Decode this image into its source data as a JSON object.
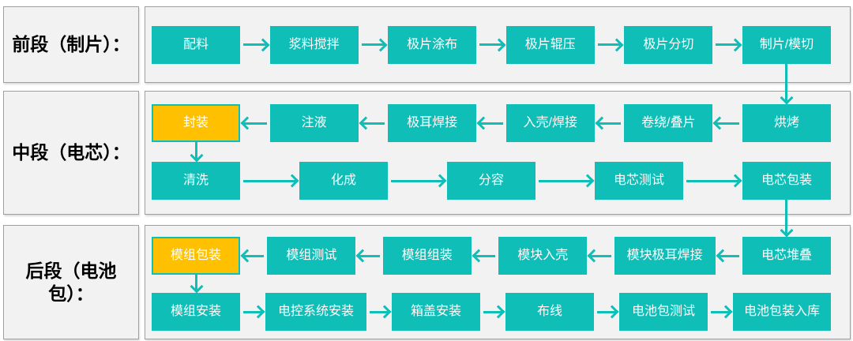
{
  "colors": {
    "teal": "#0fbeb7",
    "orange": "#ffc000",
    "sectionBg": "#f2f2f2",
    "sectionBorder": "#a0a0a0",
    "boxText": "#ffffff",
    "labelText": "#000000",
    "pageBg": "#ffffff"
  },
  "sections": [
    {
      "id": "front-stage",
      "label": "前段（制片）：",
      "rows": [
        {
          "flow": "left-to-right",
          "boxes": [
            {
              "label": "配料"
            },
            {
              "label": "浆料搅拌"
            },
            {
              "label": "极片涂布"
            },
            {
              "label": "极片辊压"
            },
            {
              "label": "极片分切"
            },
            {
              "label": "制片/模切"
            }
          ]
        }
      ]
    },
    {
      "id": "middle-stage",
      "label": "中段（电芯）：",
      "rows": [
        {
          "flow": "right-to-left",
          "boxes": [
            {
              "label": "封装",
              "highlight": true
            },
            {
              "label": "注液"
            },
            {
              "label": "极耳焊接"
            },
            {
              "label": "入壳/焊接"
            },
            {
              "label": "卷绕/叠片"
            },
            {
              "label": "烘烤"
            }
          ]
        },
        {
          "flow": "left-to-right",
          "boxes": [
            {
              "label": "清洗"
            },
            {
              "label": "化成"
            },
            {
              "label": "分容"
            },
            {
              "label": "电芯测试"
            },
            {
              "label": "电芯包装"
            }
          ]
        }
      ]
    },
    {
      "id": "rear-stage",
      "label": "后段（电池包）：",
      "rows": [
        {
          "flow": "right-to-left",
          "boxes": [
            {
              "label": "模组包装",
              "highlight": true
            },
            {
              "label": "模组测试"
            },
            {
              "label": "模组组装"
            },
            {
              "label": "模块入壳"
            },
            {
              "label": "模块极耳焊接"
            },
            {
              "label": "电芯堆叠"
            }
          ]
        },
        {
          "flow": "left-to-right",
          "boxes": [
            {
              "label": "模组安装"
            },
            {
              "label": "电控系统安装"
            },
            {
              "label": "箱盖安装"
            },
            {
              "label": "布线"
            },
            {
              "label": "电池包测试"
            },
            {
              "label": "电池包装入库"
            }
          ]
        }
      ]
    }
  ],
  "connectors": [
    {
      "from": "制片/模切",
      "to": "烘烤",
      "direction": "down"
    },
    {
      "from": "封装",
      "to": "清洗",
      "direction": "down"
    },
    {
      "from": "电芯包装",
      "to": "电芯堆叠",
      "direction": "down"
    },
    {
      "from": "模组包装",
      "to": "模组安装",
      "direction": "down"
    }
  ]
}
